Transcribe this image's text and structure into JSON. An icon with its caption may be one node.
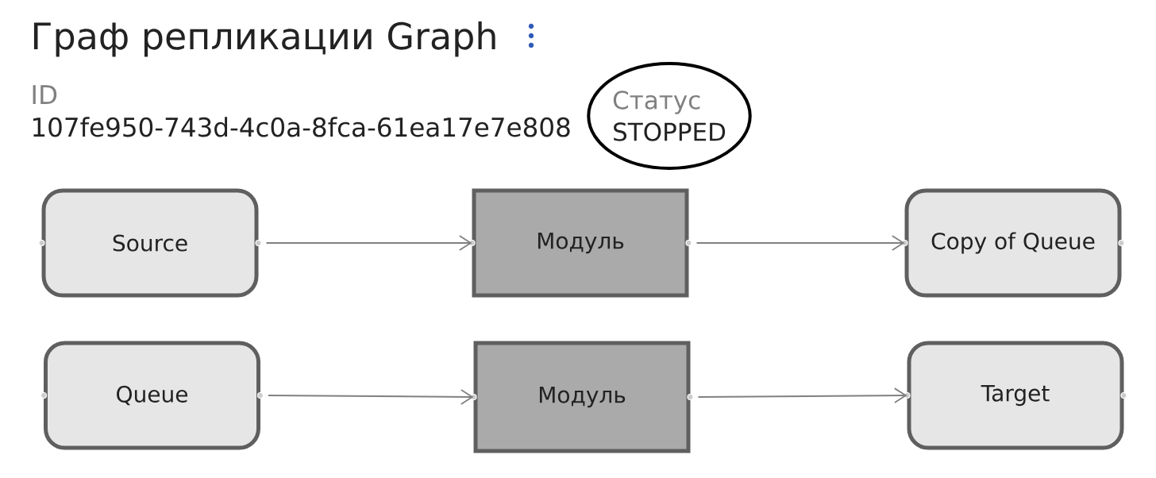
{
  "diagram": {
    "title": "Граф репликации Graph",
    "nodes": [
      {
        "text": [
          "Статус",
          "STOPPED"
        ]
      },
      {
        "text": [
          "Source"
        ]
      },
      {
        "text": [
          "Модуль"
        ]
      },
      {
        "text": [
          "Copy of Queue"
        ]
      },
      {
        "text": [
          "Queue"
        ]
      },
      {
        "text": [
          "Модуль"
        ]
      },
      {
        "text": [
          "Target"
        ]
      }
    ],
    "edges": [
      {
        "from": 1,
        "to": 2,
        "arrow": "to"
      },
      {
        "from": 2,
        "to": 3,
        "arrow": "to"
      },
      {
        "from": 4,
        "to": 5,
        "arrow": "to"
      },
      {
        "from": 5,
        "to": 6,
        "arrow": "to"
      }
    ],
    "labels": [
      "ID",
      "107fe950-743d-4c0a-8fca-61ea17e7e808"
    ]
  }
}
